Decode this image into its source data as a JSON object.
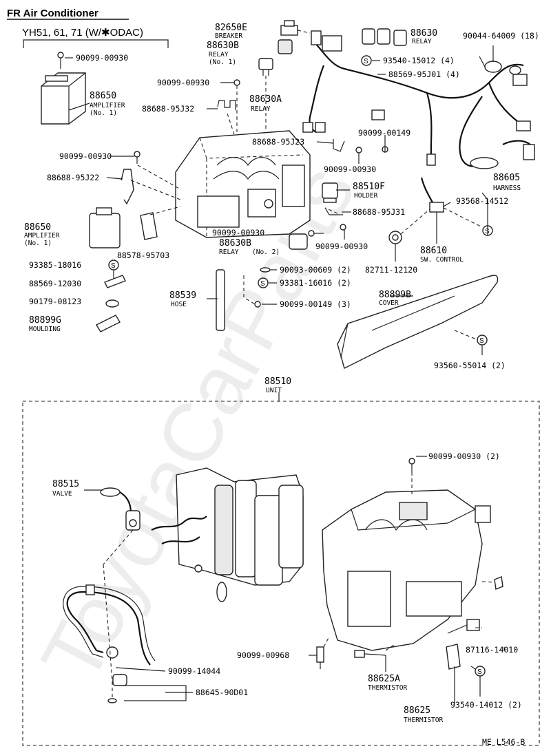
{
  "header": {
    "title": "FR Air Conditioner",
    "subtitle": "YH51, 61, 71 (W/✱ODAC)"
  },
  "watermark": "ToyotaCarParts",
  "footer": {
    "code": "ME  L546-B"
  },
  "labels": [
    {
      "id": "l1",
      "part": "82650E",
      "name": "BREAKER"
    },
    {
      "id": "l2",
      "part": "88630B",
      "name": "RELAY",
      "sub": "(No. 1)"
    },
    {
      "id": "l3",
      "part": "88630",
      "name": "RELAY"
    },
    {
      "id": "l4",
      "part": "90044-64009 (18)"
    },
    {
      "id": "l5",
      "part": "90099-00930"
    },
    {
      "id": "l6",
      "part": "93540-15012 (4)"
    },
    {
      "id": "l7",
      "part": "88569-95J01 (4)"
    },
    {
      "id": "l8",
      "part": "88650",
      "name": "AMPLIFIER",
      "sub": "(No. 1)"
    },
    {
      "id": "l9",
      "part": "90099-00930"
    },
    {
      "id": "l10",
      "part": "88630A",
      "name": "RELAY"
    },
    {
      "id": "l11",
      "part": "88688-95J32"
    },
    {
      "id": "l12",
      "part": "88688-95J23"
    },
    {
      "id": "l13",
      "part": "90099-00149"
    },
    {
      "id": "l14",
      "part": "90099-00930"
    },
    {
      "id": "l15",
      "part": "88688-95J22"
    },
    {
      "id": "l16",
      "part": "90099-00930"
    },
    {
      "id": "l17",
      "part": "88605",
      "name": "HARNESS"
    },
    {
      "id": "l18",
      "part": "88510F",
      "name": "HOLDER"
    },
    {
      "id": "l19",
      "part": "93568-14512"
    },
    {
      "id": "l20",
      "part": "88688-95J31"
    },
    {
      "id": "l21",
      "part": "88650",
      "name": "AMPLIFIER",
      "sub": "(No. 1)"
    },
    {
      "id": "l22",
      "part": "90099-00930"
    },
    {
      "id": "l23",
      "part": "88630B",
      "name": "RELAY",
      "sub": "(No. 2)"
    },
    {
      "id": "l24",
      "part": "90099-00930"
    },
    {
      "id": "l25",
      "part": "88610",
      "name": "SW. CONTROL"
    },
    {
      "id": "l26",
      "part": "88578-95703"
    },
    {
      "id": "l27",
      "part": "93385-18016"
    },
    {
      "id": "l28",
      "part": "90093-00609 (2)"
    },
    {
      "id": "l29",
      "part": "82711-12120"
    },
    {
      "id": "l30",
      "part": "88569-12030"
    },
    {
      "id": "l31",
      "part": "93381-16016 (2)"
    },
    {
      "id": "l32",
      "part": "88899B",
      "name": "COVER"
    },
    {
      "id": "l33",
      "part": "88539",
      "name": "HOSE"
    },
    {
      "id": "l34",
      "part": "90179-08123"
    },
    {
      "id": "l35",
      "part": "90099-00149 (3)"
    },
    {
      "id": "l36",
      "part": "88899G",
      "name": "MOULDING"
    },
    {
      "id": "l37",
      "part": "93560-55014 (2)"
    },
    {
      "id": "l38",
      "part": "88510",
      "name": "UNIT"
    },
    {
      "id": "l39",
      "part": "90099-00930 (2)"
    },
    {
      "id": "l40",
      "part": "88515",
      "name": "VALVE"
    },
    {
      "id": "l41",
      "part": "87116-14010"
    },
    {
      "id": "l42",
      "part": "90099-00968"
    },
    {
      "id": "l43",
      "part": "88625A",
      "name": "THERMISTOR"
    },
    {
      "id": "l44",
      "part": "90099-14044"
    },
    {
      "id": "l45",
      "part": "88645-90D01"
    },
    {
      "id": "l46",
      "part": "93540-14012 (2)"
    },
    {
      "id": "l47",
      "part": "88625",
      "name": "THERMISTOR"
    }
  ]
}
